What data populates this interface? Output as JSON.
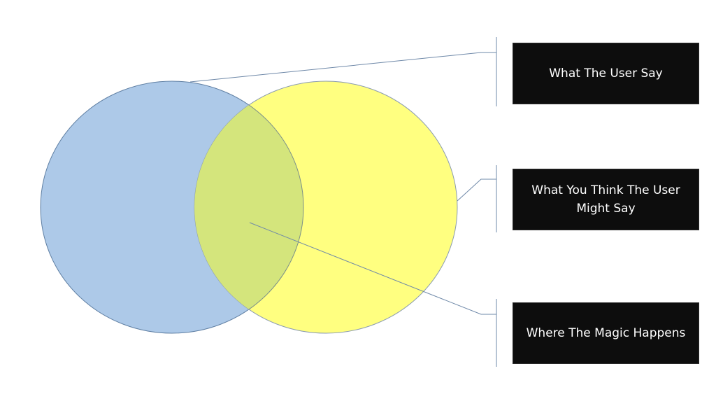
{
  "colors": {
    "background": "#ffffff",
    "circle_left_fill": "#adc9e8",
    "circle_left_stroke": "#5f7fa3",
    "circle_right_fill": "#ffff80",
    "circle_right_stroke": "#8a9bb0",
    "overlap_fill": "#d4e57c",
    "connector": "#6e88a8",
    "label_box_fill": "#0d0d0d",
    "label_text": "#ffffff"
  },
  "labels": [
    {
      "text": "What The User Say",
      "points_to": "left-circle"
    },
    {
      "text": "What You Think The User Might Say",
      "points_to": "right-circle"
    },
    {
      "text": "Where The Magic Happens",
      "points_to": "overlap"
    }
  ]
}
